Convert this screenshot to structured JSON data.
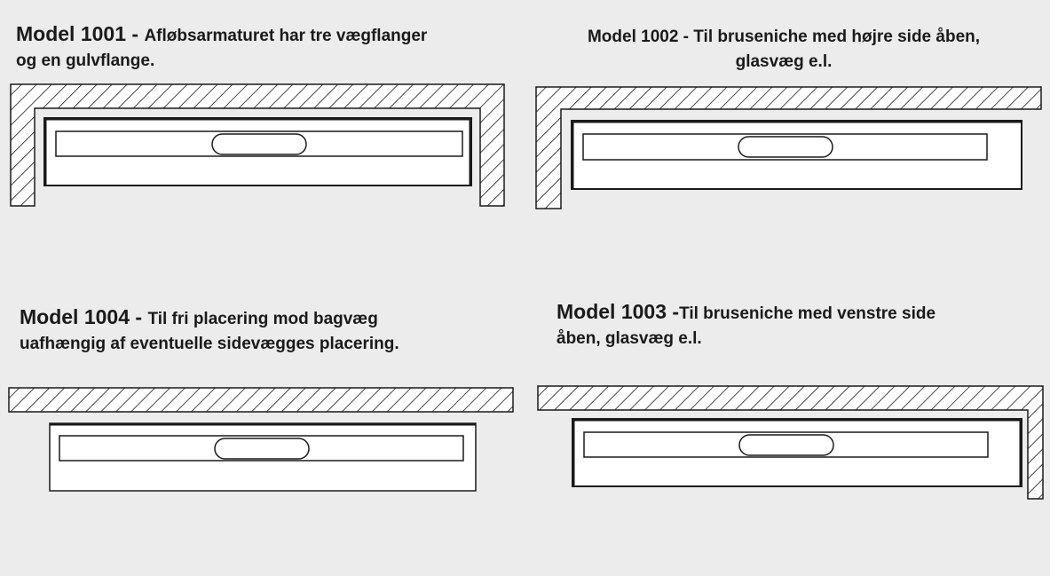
{
  "colors": {
    "background": "#ececec",
    "line": "#1a1a1a",
    "fill": "#ffffff"
  },
  "models": {
    "m1001": {
      "model": "Model 1001",
      "sep": " - ",
      "desc_line1": "Afløbsarmaturet har tre vægflanger",
      "desc_line2": "og en gulvflange."
    },
    "m1002": {
      "line1": "Model 1002 - Til bruseniche med højre side åben,",
      "line2": "glasvæg e.l."
    },
    "m1004": {
      "model": "Model 1004",
      "sep": " - ",
      "desc_line1": "Til fri placering mod bagvæg",
      "desc_line2": "uafhængig af eventuelle sidevægges placering."
    },
    "m1003": {
      "model": "Model 1003",
      "sep": " -",
      "desc_line1": "Til bruseniche med venstre side",
      "desc_line2": "åben, glasvæg e.l."
    }
  }
}
